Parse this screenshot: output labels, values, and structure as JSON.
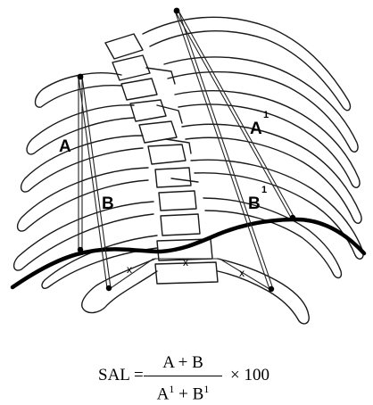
{
  "labels": {
    "a": "A",
    "b": "B",
    "a1": "A",
    "a1_sup": "1",
    "b1": "B",
    "b1_sup": "1",
    "x": "x"
  },
  "formula": {
    "lhs": "SAL =",
    "numerator": "A + B",
    "den_a": "A",
    "den_b": "B",
    "den_sup": "1",
    "den_plus": "+",
    "rhs": "× 100"
  }
}
